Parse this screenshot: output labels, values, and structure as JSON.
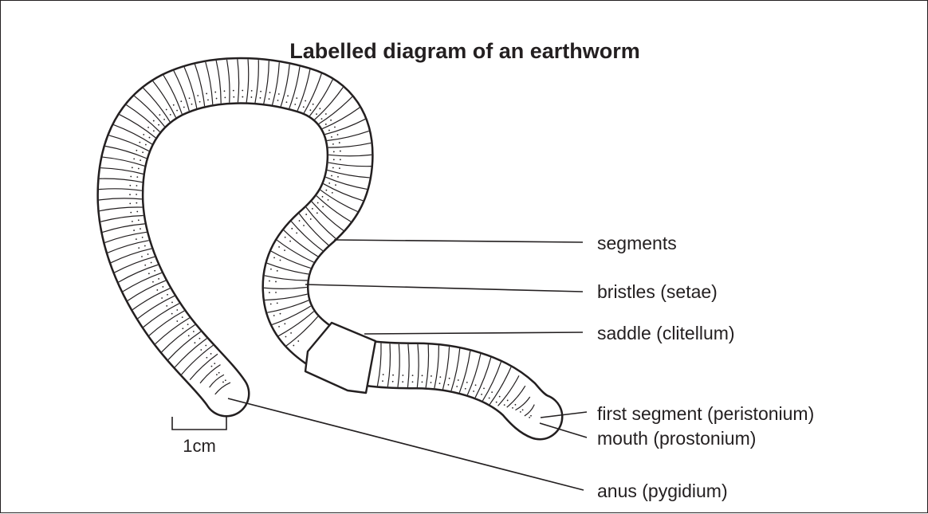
{
  "title": "Labelled diagram of an earthworm",
  "labels": {
    "segments": "segments",
    "bristles": "bristles (setae)",
    "saddle": "saddle (clitellum)",
    "first_segment": "first segment (peristonium)",
    "mouth": "mouth (prostonium)",
    "anus": "anus (pygidium)"
  },
  "scale_bar": {
    "label": "1cm"
  },
  "colors": {
    "ink": "#231f20",
    "background": "#ffffff"
  }
}
